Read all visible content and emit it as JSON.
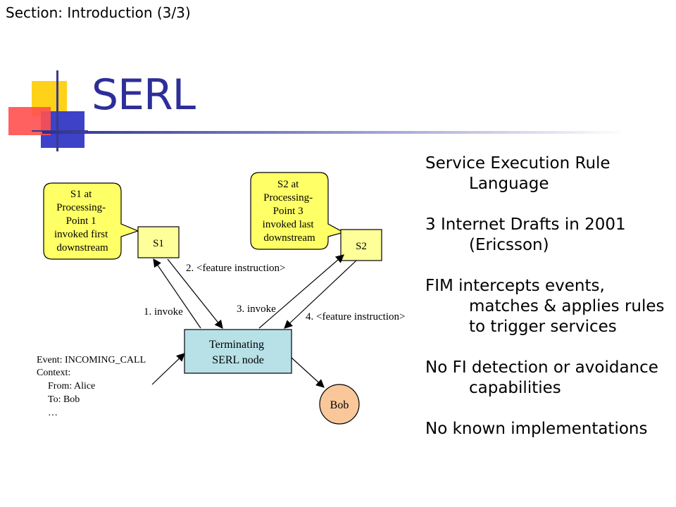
{
  "header": {
    "section": "Section: Introduction (3/3)"
  },
  "slide": {
    "title": "SERL"
  },
  "diagram": {
    "callout_s1": [
      "S1 at",
      "Processing-",
      "Point 1",
      "invoked first",
      "downstream"
    ],
    "callout_s2": [
      "S2 at",
      "Processing-",
      "Point 3",
      "invoked last",
      "downstream"
    ],
    "node_s1": "S1",
    "node_s2": "S2",
    "node_terminating": [
      "Terminating",
      "SERL node"
    ],
    "node_bob": "Bob",
    "label_step1": "1. invoke",
    "label_step2": "2. <feature instruction>",
    "label_step3": "3. invoke",
    "label_step4": "4. <feature instruction>",
    "event_lines": [
      "Event: INCOMING_CALL",
      "Context:",
      "From: Alice",
      "To: Bob",
      "…"
    ]
  },
  "bullets": [
    "Service Execution Rule Language",
    "3 Internet Drafts in 2001 (Ericsson)",
    "FIM intercepts events, matches & applies rules to trigger services",
    "No FI detection or avoidance capabilities",
    "No known implementations"
  ],
  "colors": {
    "title": "#2e2e99",
    "callout_fill": "#ffff66",
    "node_fill": "#ffff99",
    "terminating_fill": "#b7e1e7",
    "bob_fill": "#f9c79a"
  }
}
